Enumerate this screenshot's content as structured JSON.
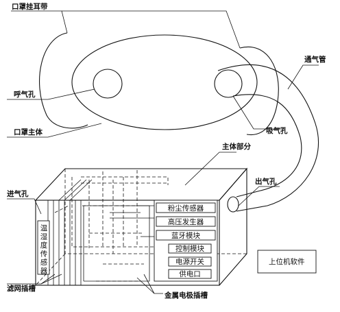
{
  "labels": {
    "mask_strap": "口罩挂耳带",
    "vent_tube": "通气管",
    "exhale_hole": "呼气孔",
    "inhale_hole": "吸气孔",
    "mask_body": "口罩主体",
    "main_part": "主体部分",
    "air_inlet": "进气孔",
    "air_outlet": "出气孔",
    "temp_humidity_sensor": "温湿度传感器",
    "filter_slot": "滤网插槽",
    "metal_electrode_slot": "金属电极插槽",
    "host_software": "上位机软件"
  },
  "modules": [
    "粉尘传感器",
    "高压发生器",
    "蓝牙模块",
    "控制模块",
    "电源开关",
    "供电口"
  ]
}
